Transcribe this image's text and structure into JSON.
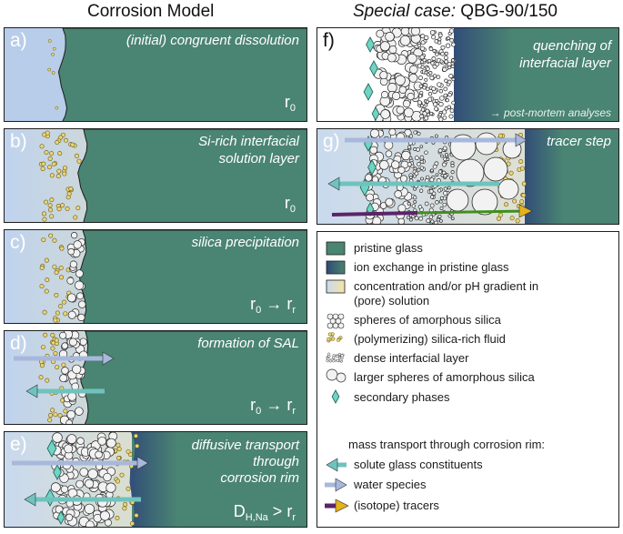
{
  "headers": {
    "left": "Corrosion Model",
    "right_italic": "Special case:",
    "right_plain": " QBG-90/150"
  },
  "panels": [
    {
      "id": "a",
      "label": "a)",
      "title": "(initial) congruent dissolution",
      "rate": "r",
      "rate_sub": "0"
    },
    {
      "id": "b",
      "label": "b)",
      "title": "Si-rich interfacial\nsolution layer",
      "rate": "r",
      "rate_sub": "0"
    },
    {
      "id": "c",
      "label": "c)",
      "title": "silica precipitation",
      "rate_from": "r",
      "rate_from_sub": "0",
      "arrow": "→",
      "rate_to": "r",
      "rate_to_sub": "r"
    },
    {
      "id": "d",
      "label": "d)",
      "title": "formation of SAL",
      "rate_from": "r",
      "rate_from_sub": "0",
      "arrow": "→",
      "rate_to": "r",
      "rate_to_sub": "r"
    },
    {
      "id": "e",
      "label": "e)",
      "title": "diffusive transport\nthrough\ncorrosion rim",
      "rate_from": "D",
      "rate_from_sub": "H,Na",
      "compare": ">",
      "rate_to": "r",
      "rate_to_sub": "r"
    },
    {
      "id": "f",
      "label": "f)",
      "title": "quenching of\ninterfacial layer",
      "note": "→ post-mortem analyses"
    },
    {
      "id": "g",
      "label": "g)",
      "title": "tracer step"
    }
  ],
  "legend": {
    "items": [
      {
        "icon": "pristine-glass-swatch",
        "text": "pristine glass",
        "color": "#4a8472"
      },
      {
        "icon": "ion-exchange-swatch",
        "text": "ion exchange in pristine glass",
        "color": "#3d5f86"
      },
      {
        "icon": "gradient-swatch",
        "text": "concentration and/or pH gradient in\n(pore) solution",
        "color": "#f2dfa0"
      },
      {
        "icon": "amorphous-silica-spheres",
        "text": "spheres of amorphous silica"
      },
      {
        "icon": "silica-rich-fluid",
        "text": "(polymerizing) silica-rich fluid"
      },
      {
        "icon": "dense-interfacial-layer",
        "text": "dense interfacial layer"
      },
      {
        "icon": "larger-spheres",
        "text": "larger spheres of amorphous silica"
      },
      {
        "icon": "secondary-phase-crystal",
        "text": "secondary phases",
        "color": "#6fd4c2"
      }
    ],
    "transport_heading": "mass transport through corrosion rim:",
    "transport": [
      {
        "icon": "solute-arrow-icon",
        "text": "solute glass constituents",
        "color": "#6fc3bd"
      },
      {
        "icon": "water-arrow-icon",
        "text": "water species",
        "color": "#a8b8dc"
      },
      {
        "icon": "tracer-arrow-icon",
        "text": "(isotope) tracers",
        "color": "#4d8a2a"
      }
    ]
  },
  "colors": {
    "glass": "#4a8472",
    "solution": "#b8cdea",
    "fluid": "#e9d57a",
    "sphere_fill": "#f2f2f2",
    "crystal": "#6fd4c2",
    "ion_exchange": "#3d5f86",
    "tracer_purple": "#5a2468",
    "tracer_green": "#3f8f1f"
  }
}
